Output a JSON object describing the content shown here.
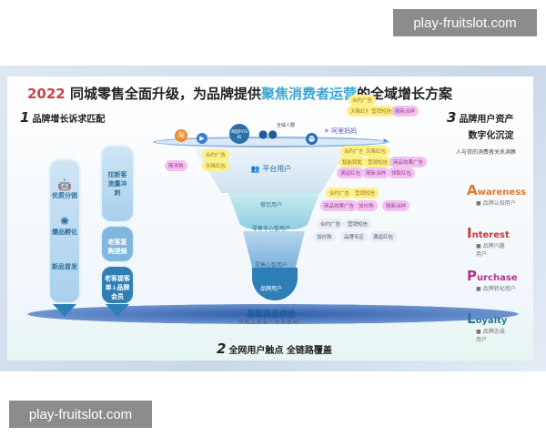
{
  "watermarks": {
    "top": "play-fruitslot.com",
    "bottom": "play-fruitslot.com"
  },
  "title": {
    "year": "2022",
    "part1": " 同城零售全面升级，为品牌提供",
    "highlight": "聚焦消费者运营",
    "part2": "的全域增长方案"
  },
  "section1": {
    "num": "1",
    "label": "品牌增长诉求匹配"
  },
  "section2": {
    "num": "2",
    "label": "全网用户触点 全链路覆盖"
  },
  "section3": {
    "num": "3",
    "label": "品牌用户资产",
    "label2": "数字化沉淀",
    "sub": "人与货的消费者关系洞察"
  },
  "left_col1": [
    "优质分销",
    "爆品孵化",
    "新品首发"
  ],
  "left_col2": [
    "拉新客流量冲刺",
    "老客复购提频",
    "老客提客单↓品牌会员"
  ],
  "platforms": [
    "淘",
    "POS",
    "商超POS机",
    "全域人群",
    "阿里妈妈"
  ],
  "funnel": {
    "tiers": [
      "平台用户",
      "餐饮用户",
      "零售非心智用户",
      "零售心智用户",
      "品牌用户"
    ],
    "base": "基础商品供给",
    "base_sub": "供 给 上 新 是 一 切 的 基 础 ！"
  },
  "tags": {
    "t1": [
      [
        "合约广告",
        "yl"
      ],
      [
        "天降红包",
        "yl"
      ],
      [
        "营销短信",
        "yl"
      ],
      [
        "随新派样",
        "pk"
      ]
    ],
    "t2l": [
      [
        "合约广告",
        "yl"
      ],
      [
        "天降红包",
        "yl"
      ],
      [
        "随寻购",
        "pk"
      ]
    ],
    "t2": [
      [
        "合约广告",
        "yl"
      ],
      [
        "天降红包",
        "yl"
      ],
      [
        "智能钥匙",
        "yl"
      ],
      [
        "营销短信",
        "yl"
      ],
      [
        "商品效果广告",
        "pk"
      ],
      [
        "满返红包",
        "pk"
      ],
      [
        "随新派样",
        "pk"
      ],
      [
        "领取红包",
        "pk"
      ]
    ],
    "t3": [
      [
        "合约广告",
        "yl"
      ],
      [
        "营销短信",
        "yl"
      ],
      [
        "商品效果广告",
        "pk"
      ],
      [
        "加价购",
        "pk"
      ],
      [
        "随新派样",
        "pk"
      ]
    ],
    "t4": [
      [
        "合约广告",
        "gr"
      ],
      [
        "营销短信",
        "gr"
      ],
      [
        "加价购",
        "gr"
      ],
      [
        "品牌专区",
        "gr"
      ],
      [
        "满返红包",
        "gr"
      ]
    ]
  },
  "aipl": [
    {
      "letter": "A",
      "rest": "wareness",
      "sub": "品牌认知用户",
      "color": "#e0772b"
    },
    {
      "letter": "I",
      "rest": "nterest",
      "sub": "品牌兴趣用户",
      "color": "#c8393d"
    },
    {
      "letter": "P",
      "rest": "urchase",
      "sub": "品牌转化用户",
      "color": "#b8308f"
    },
    {
      "letter": "L",
      "rest": "oyalty",
      "sub": "品牌忠诚用户",
      "color": "#2e7a93"
    }
  ]
}
